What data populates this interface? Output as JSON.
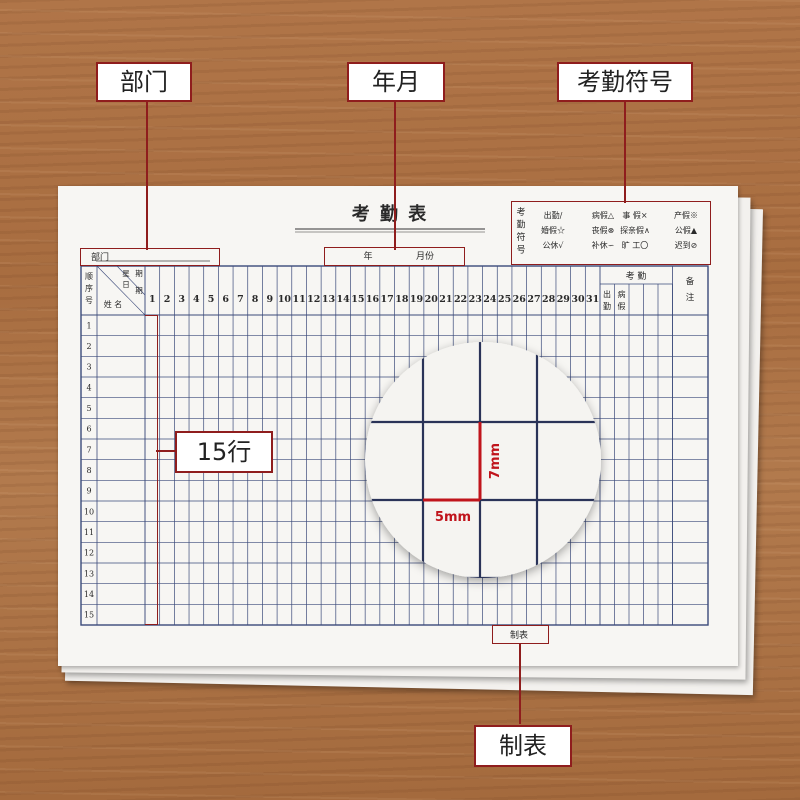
{
  "callouts": {
    "dept": "部门",
    "yearmonth": "年月",
    "symbols": "考勤符号",
    "rows15": "15行",
    "maker": "制表"
  },
  "form": {
    "title": "考 勤 表",
    "dept_label": "部门",
    "year": "年",
    "month": "月份",
    "maker_label": "制表",
    "symbols_title": [
      "考",
      "勤",
      "符",
      "号"
    ],
    "symbols_rows": [
      [
        "出勤/",
        "病假△",
        "事 假×",
        "产假※"
      ],
      [
        "婚假☆",
        "丧假⊗",
        "探亲假∧",
        "公假▲"
      ],
      [
        "公休√",
        "补休∽",
        "旷 工〇",
        "迟到⊘"
      ]
    ],
    "header_seq": [
      "顺",
      "序",
      "号"
    ],
    "header_name": "姓 名",
    "header_week": [
      "星",
      "期"
    ],
    "header_day": [
      "日",
      "期"
    ],
    "days": [
      "1",
      "2",
      "3",
      "4",
      "5",
      "6",
      "7",
      "8",
      "9",
      "10",
      "11",
      "12",
      "13",
      "14",
      "15",
      "16",
      "17",
      "18",
      "19",
      "20",
      "21",
      "22",
      "23",
      "24",
      "25",
      "26",
      "27",
      "28",
      "29",
      "30",
      "31"
    ],
    "rows": [
      "1",
      "2",
      "3",
      "4",
      "5",
      "6",
      "7",
      "8",
      "9",
      "10",
      "11",
      "12",
      "13",
      "14",
      "15"
    ],
    "stat_header": "考  勤",
    "stat_cols": [
      [
        "出",
        "勤"
      ],
      [
        "病",
        "假"
      ]
    ],
    "remark": [
      "备",
      "注"
    ]
  },
  "zoom": {
    "width_label": "5mm",
    "height_label": "7mm"
  },
  "colors": {
    "accent": "#8f1d1d",
    "grid": "#3b4a7a"
  }
}
